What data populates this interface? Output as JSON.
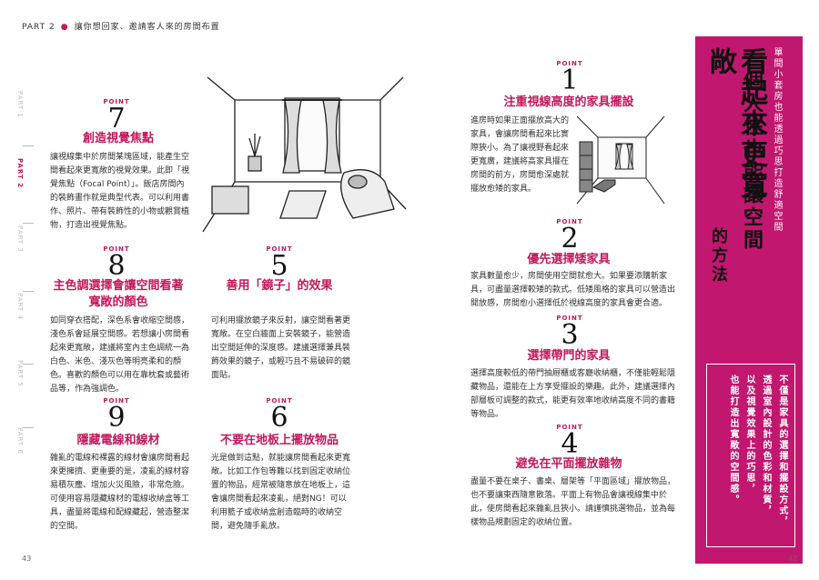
{
  "header": {
    "part": "PART 2",
    "subtitle": "讓你想回家、邀請客人來的房間布置"
  },
  "side_tabs": [
    "PART 1",
    "PART 2",
    "PART 3",
    "PART 4",
    "PART 5",
    "PART 6"
  ],
  "point_label": "POINT",
  "points": {
    "p7": {
      "num": "7",
      "title": "創造視覺焦點",
      "body": "讓視線集中於房間某塊區域，能產生空間看起來更寬敞的視覺效果。此即「視覺焦點（Focal Point）」。飯店房間內的裝飾畫作就是典型代表。可以利用書作、照片、帶有裝飾性的小物或觀賞植物，打造出視覺焦點。"
    },
    "p8": {
      "num": "8",
      "title": "主色調選擇會讓空間看著寬敞的顏色",
      "body": "如同穿衣搭配，深色系會收縮空間感，淺色系會延展空間感。若想讓小房間看起來更寬敞，建議將室內主色調統一為白色、米色、淺灰色等明亮柔和的顏色。喜歡的顏色可以用在靠枕套或藝術品等，作為強調色。"
    },
    "p5": {
      "num": "5",
      "title": "善用「鏡子」的效果",
      "body": "可利用擺放鏡子來反射，讓空間看著更寬敞。在空白牆面上安裝鏡子，能營造出空間延伸的深度感。建議選擇兼具裝飾效果的鏡子，或輕巧且不易破碎的鏡面貼。"
    },
    "p9": {
      "num": "9",
      "title": "隱藏電線和線材",
      "body": "雜亂的電線和裸露的線材會讓房間看起來更擁擠、更重要的是，凌亂的線材容易積灰塵、增加火災風險，非常危險。可使用容易隱藏線材的電線收納盒等工具，盡量將電線和配線藏起，營造整潔的空間。"
    },
    "p6": {
      "num": "6",
      "title": "不要在地板上擺放物品",
      "body": "光是做到這點，就能讓房間看起來更寬敞。比如工作包等難以找到固定收納位置的物品，經常被隨意放在地板上，這會讓房間看起來凌亂，絕對NG！可以利用籃子或收納盒創造臨時的收納空間，避免隨手亂放。"
    },
    "p1": {
      "num": "1",
      "title": "注重視線高度的家具擺設",
      "body": "進房時如果正面擺放高大的家具，會讓房間看起來比實際狹小。為了讓視野看起來更寬廣，建議將高家具擺在房間的前方，房間愈深處就擺放愈矮的家具。"
    },
    "p2": {
      "num": "2",
      "title": "優先選擇矮家具",
      "body": "家具數量愈少，房間使用空間就愈大。如果要添購新家具，可盡量選擇較矮的款式。低矮風格的家具可以營造出開放感，房間愈小選擇低於視線高度的家具會更合適。"
    },
    "p3": {
      "num": "3",
      "title": "選擇帶門的家具",
      "body": "選擇高度較低的帶門抽屜櫃或客廳收納櫃，不僅能輕鬆隱藏物品，還能在上方享受擺設的樂趣。此外，建議選擇內部層板可調整的款式，能更有效率地收納高度不同的書籍等物品。"
    },
    "p4": {
      "num": "4",
      "title": "避免在平面擺放雜物",
      "body": "盡量不要在桌子、書桌、層架等「平面區域」擺放物品，也不要讓東西隨意散落。平面上有物品會讓視線集中於此，使房間看起來雜亂且狹小。請謹慎挑選物品，並為每樣物品規劃固定的收納位置。"
    }
  },
  "sidebar": {
    "subtitle": "單間小套房也能透過巧思打造舒適空間",
    "headline_1": "一個人住也能讓空間",
    "headline_2": "看起來更寬敞",
    "headline_3": "的方法",
    "desc_1": "不僅是家具的選擇和擺設方式，",
    "desc_2": "透過室內設計的色彩和材質，",
    "desc_3": "以及視覺效果上的巧思，",
    "desc_4": "也能打造出寬敞的空間感。"
  },
  "page_numbers": {
    "left": "43",
    "right": "42"
  },
  "colors": {
    "accent": "#c2185b",
    "sidebar": "#c2176f"
  }
}
